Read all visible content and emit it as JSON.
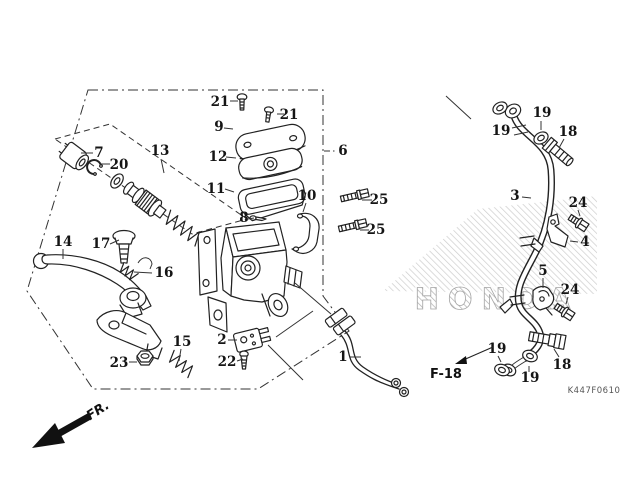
{
  "colors": {
    "background": "#ffffff",
    "ink": "#222222",
    "leader": "#333333",
    "watermark": "#9b9b9b",
    "code_text": "#555555"
  },
  "watermark": {
    "text": "HONDA"
  },
  "footer": {
    "diagram_code": "K447F0610"
  },
  "annotations": {
    "direction_label": "FR.",
    "page_reference": "F-18"
  },
  "callouts": [
    {
      "label": "21"
    },
    {
      "label": "21"
    },
    {
      "label": "9"
    },
    {
      "label": "12"
    },
    {
      "label": "11"
    },
    {
      "label": "8"
    },
    {
      "label": "10"
    },
    {
      "label": "6"
    },
    {
      "label": "13"
    },
    {
      "label": "7"
    },
    {
      "label": "20"
    },
    {
      "label": "14"
    },
    {
      "label": "17"
    },
    {
      "label": "16"
    },
    {
      "label": "15"
    },
    {
      "label": "23"
    },
    {
      "label": "22"
    },
    {
      "label": "2"
    },
    {
      "label": "1"
    },
    {
      "label": "25"
    },
    {
      "label": "25"
    },
    {
      "label": "3"
    },
    {
      "label": "19"
    },
    {
      "label": "19"
    },
    {
      "label": "18"
    },
    {
      "label": "24"
    },
    {
      "label": "4"
    },
    {
      "label": "5"
    },
    {
      "label": "24"
    },
    {
      "label": "18"
    },
    {
      "label": "19"
    },
    {
      "label": "19"
    }
  ]
}
